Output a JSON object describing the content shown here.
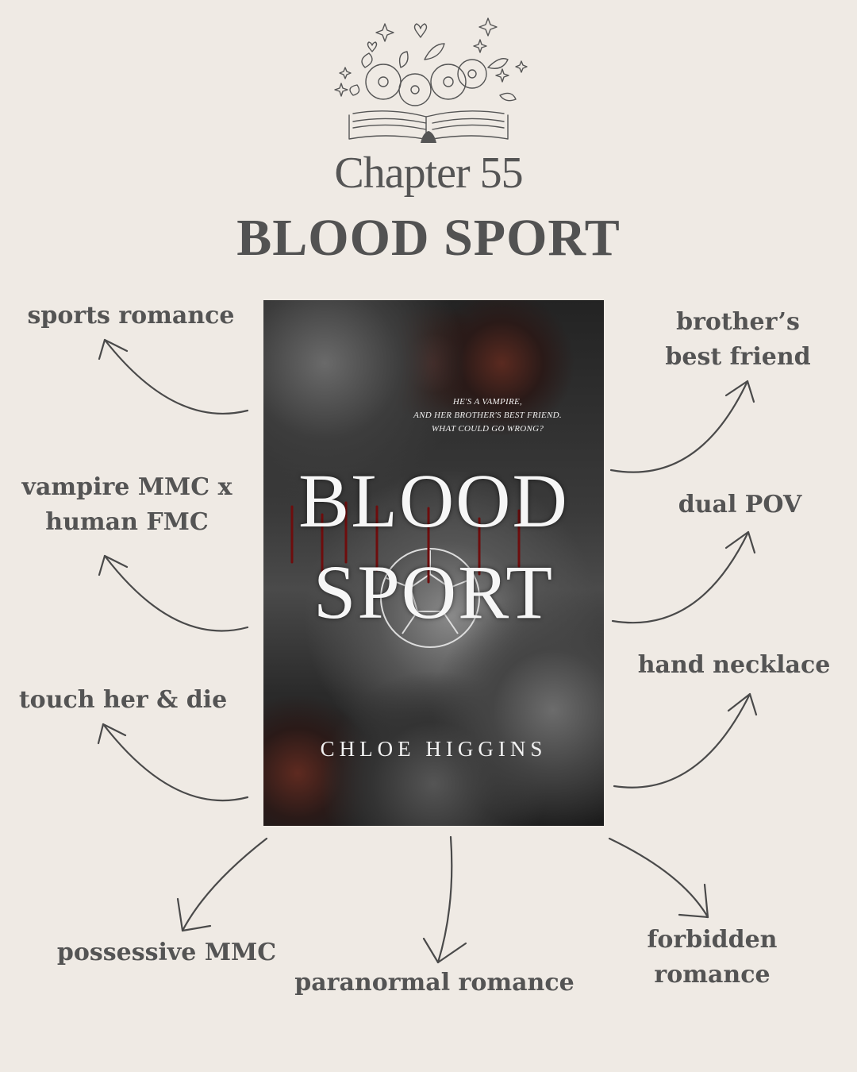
{
  "header": {
    "emblem_icon": "open-book-with-flowers-icon",
    "chapter": "Chapter 55",
    "title": "BLOOD SPORT"
  },
  "cover": {
    "tagline_lines": [
      "HE'S A VAMPIRE,",
      "AND HER BROTHER'S BEST FRIEND.",
      "WHAT COULD GO WRONG?"
    ],
    "title_line1": "BLOOD",
    "title_line2": "SPORT",
    "author": "CHLOE HIGGINS",
    "colors": {
      "background": "#2a2a2a",
      "blood": "#8b1a1a",
      "text": "#f6f6f6"
    }
  },
  "tropes": {
    "left": [
      {
        "lines": [
          "sports romance"
        ]
      },
      {
        "lines": [
          "vampire MMC x",
          "human FMC"
        ]
      },
      {
        "lines": [
          "touch her & die"
        ]
      }
    ],
    "right": [
      {
        "lines": [
          "brother’s",
          "best friend"
        ]
      },
      {
        "lines": [
          "dual POV"
        ]
      },
      {
        "lines": [
          "hand necklace"
        ]
      }
    ],
    "bottom": [
      {
        "lines": [
          "possessive MMC"
        ]
      },
      {
        "lines": [
          "paranormal romance"
        ]
      },
      {
        "lines": [
          "forbidden",
          "romance"
        ]
      }
    ]
  },
  "colors": {
    "background": "#efeae4",
    "text": "#545454",
    "arrow": "#4a4a4a"
  }
}
